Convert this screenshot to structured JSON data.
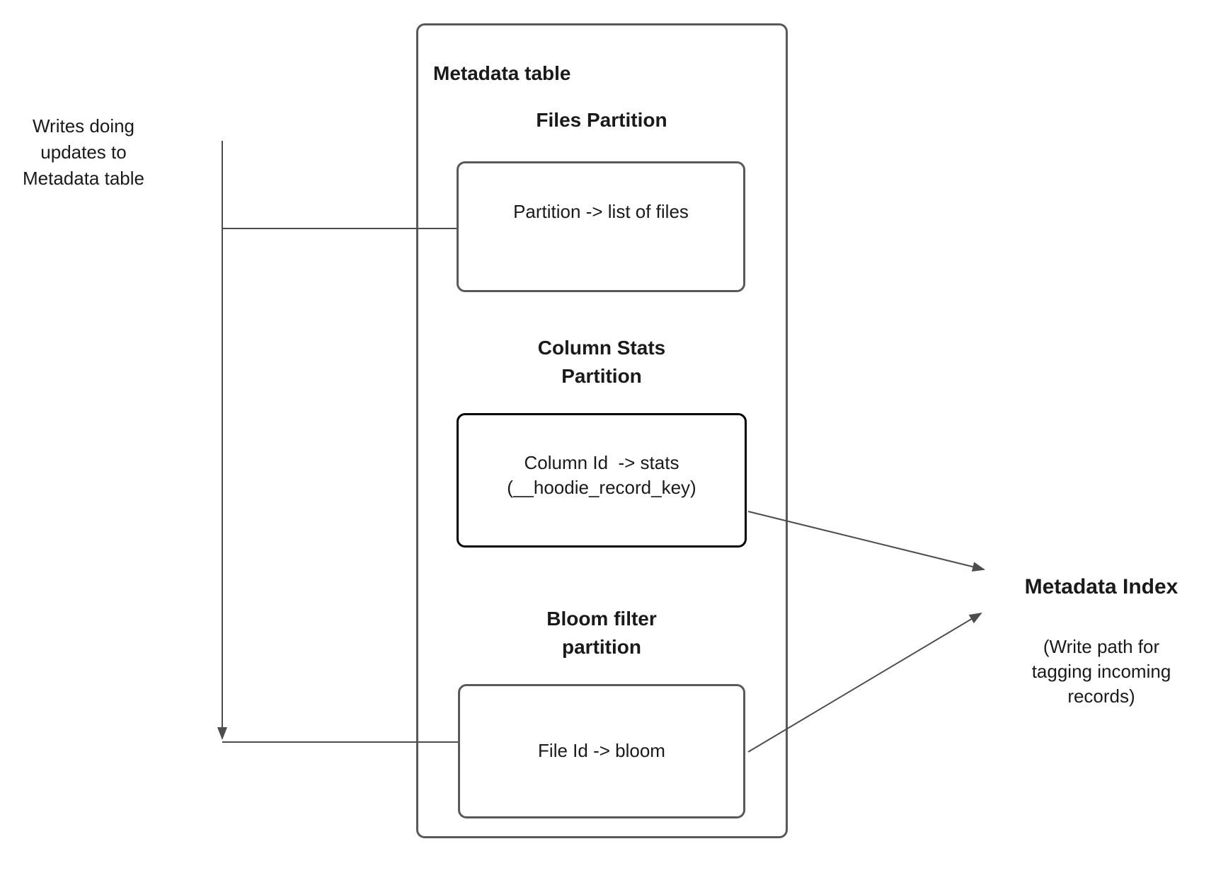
{
  "colors": {
    "background": "#ffffff",
    "line": "#4d4d4d",
    "box_border": "#595959",
    "emphasis_border": "#000000",
    "text": "#1a1a1a"
  },
  "left_note": {
    "text": "Writes doing\nupdates to\nMetadata table"
  },
  "metadata_table": {
    "title": "Metadata table",
    "files_partition": {
      "heading": "Files Partition",
      "body": "Partition -> list of files"
    },
    "column_stats_partition": {
      "heading": "Column Stats\nPartition",
      "body": "Column Id  -> stats\n(__hoodie_record_key)"
    },
    "bloom_filter_partition": {
      "heading": "Bloom filter\npartition",
      "body": "File Id -> bloom"
    }
  },
  "metadata_index": {
    "title": "Metadata Index",
    "subtitle": "(Write path for\ntagging incoming\nrecords)"
  }
}
